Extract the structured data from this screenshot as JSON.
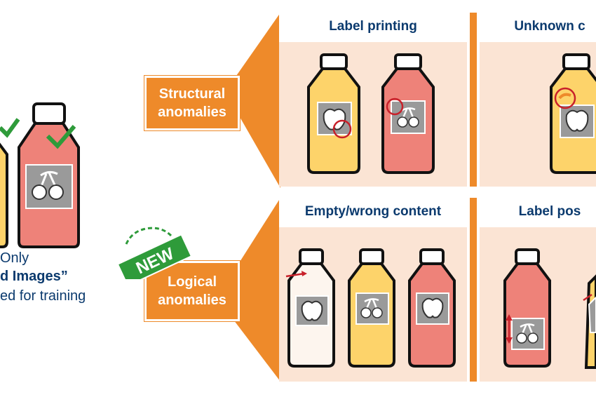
{
  "left": {
    "line1": "Only",
    "line2": "d Images”",
    "line3": "ed for training"
  },
  "categories": [
    {
      "label_line1": "Structural",
      "label_line2": "anomalies"
    },
    {
      "label_line1": "Logical",
      "label_line2": "anomalies"
    }
  ],
  "badge": "NEW",
  "panels": [
    {
      "title": "Label printing"
    },
    {
      "title": "Unknown c"
    },
    {
      "title": "Empty/wrong content"
    },
    {
      "title": "Label pos"
    }
  ],
  "colors": {
    "orange": "#ee8a2a",
    "panel_bg": "#fbe4d4",
    "title": "#0b3a6e",
    "yellow": "#fdd36a",
    "red": "#ee8279",
    "green": "#2e9b3a",
    "marker": "#c8202a"
  }
}
